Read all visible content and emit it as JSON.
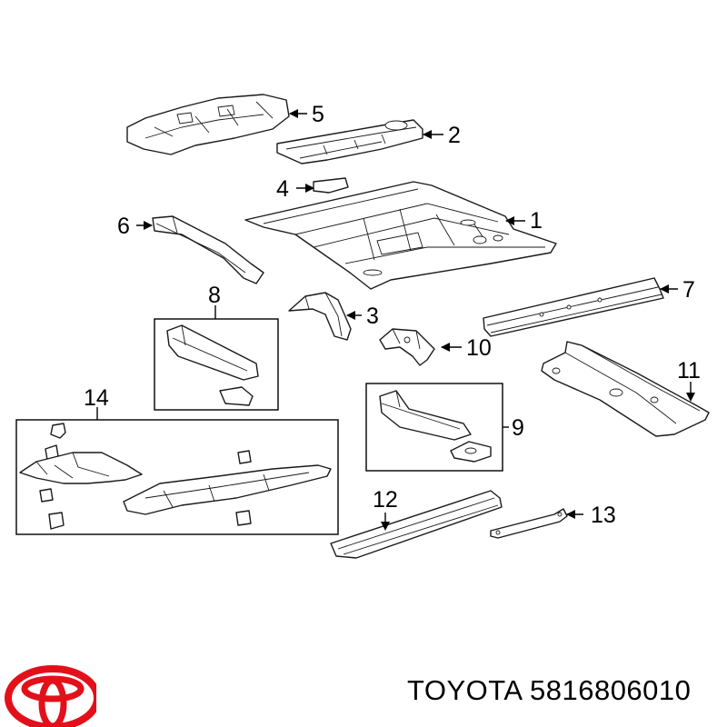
{
  "diagram": {
    "callouts": [
      {
        "id": "callout-1",
        "text": "1"
      },
      {
        "id": "callout-2",
        "text": "2"
      },
      {
        "id": "callout-3",
        "text": "3"
      },
      {
        "id": "callout-4",
        "text": "4"
      },
      {
        "id": "callout-5",
        "text": "5"
      },
      {
        "id": "callout-6",
        "text": "6"
      },
      {
        "id": "callout-7",
        "text": "7"
      },
      {
        "id": "callout-8",
        "text": "8"
      },
      {
        "id": "callout-9",
        "text": "9"
      },
      {
        "id": "callout-10",
        "text": "10"
      },
      {
        "id": "callout-11",
        "text": "11"
      },
      {
        "id": "callout-12",
        "text": "12"
      },
      {
        "id": "callout-13",
        "text": "13"
      },
      {
        "id": "callout-14",
        "text": "14"
      }
    ]
  },
  "footer": {
    "brand_part_number": "TOYOTA 5816806010",
    "logo_icon": "toyota-logo-icon",
    "logo_color": "#e3101a"
  }
}
